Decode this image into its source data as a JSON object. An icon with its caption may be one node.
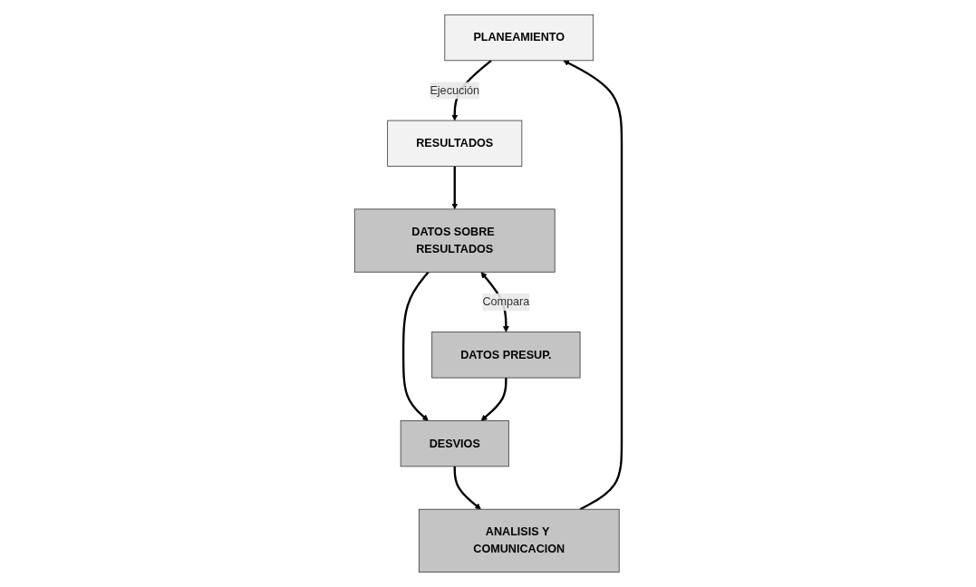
{
  "diagram": {
    "nodes": [
      {
        "text": [
          "PLANEAMIENTO"
        ]
      },
      {
        "text": [
          "RESULTADOS"
        ]
      },
      {
        "text": [
          "DATOS SOBRE RESULTADOS"
        ]
      },
      {
        "text": [
          "DATOS PRESUP."
        ]
      },
      {
        "text": [
          "DESVIOS"
        ]
      },
      {
        "text": [
          "ANALISIS Y COMUNICACION"
        ]
      }
    ],
    "edges": [
      {
        "from": 0,
        "to": 1,
        "arrow": "to",
        "label": "Ejecución"
      },
      {
        "from": 1,
        "to": 2,
        "arrow": "to"
      },
      {
        "from": 2,
        "to": 3,
        "arrow": "both",
        "label": "Compara"
      },
      {
        "from": 2,
        "to": 4,
        "arrow": "to"
      },
      {
        "from": 3,
        "to": 4,
        "arrow": "to"
      },
      {
        "from": 4,
        "to": 5,
        "arrow": "to"
      },
      {
        "from": 5,
        "to": 0,
        "arrow": "to"
      }
    ]
  }
}
